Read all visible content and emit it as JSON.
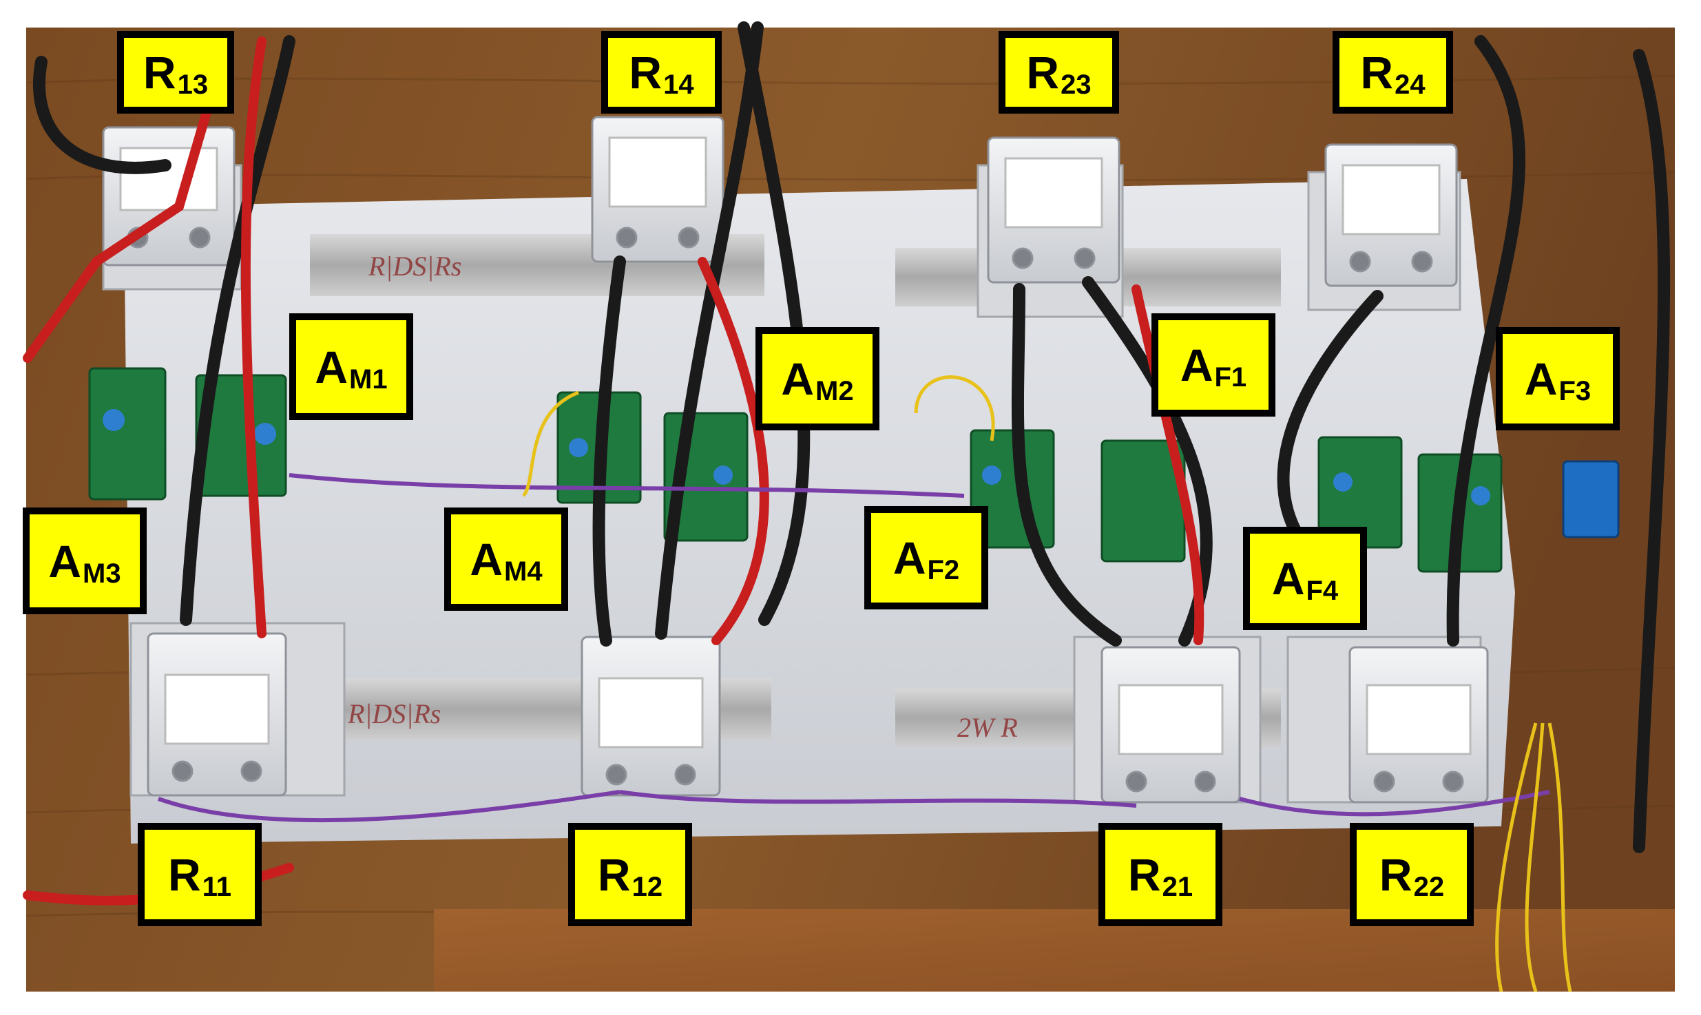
{
  "photo": {
    "description_colors": {
      "label_fill": "#ffff00",
      "label_border": "#000000"
    }
  },
  "labels": {
    "r13": {
      "main": "R",
      "sub": "13"
    },
    "r14": {
      "main": "R",
      "sub": "14"
    },
    "r23": {
      "main": "R",
      "sub": "23"
    },
    "r24": {
      "main": "R",
      "sub": "24"
    },
    "am1": {
      "main": "A",
      "sub": "M1"
    },
    "am2": {
      "main": "A",
      "sub": "M2"
    },
    "af1": {
      "main": "A",
      "sub": "F1"
    },
    "af3": {
      "main": "A",
      "sub": "F3"
    },
    "am3": {
      "main": "A",
      "sub": "M3"
    },
    "am4": {
      "main": "A",
      "sub": "M4"
    },
    "af2": {
      "main": "A",
      "sub": "F2"
    },
    "af4": {
      "main": "A",
      "sub": "F4"
    },
    "r11": {
      "main": "R",
      "sub": "11"
    },
    "r12": {
      "main": "R",
      "sub": "12"
    },
    "r21": {
      "main": "R",
      "sub": "21"
    },
    "r22": {
      "main": "R",
      "sub": "22"
    }
  },
  "rail_markings": {
    "top_left": "R|DS|Rs",
    "bottom_left": "R|DS|Rs",
    "bottom_right": "2W R"
  }
}
